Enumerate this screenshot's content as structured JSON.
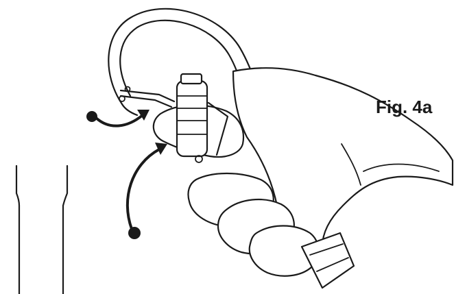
{
  "figure": {
    "label": "Fig. 4a"
  },
  "illustration": {
    "subject": "hand-holding-carabiner-with-wire-gate-and-screw-sleeve",
    "annotations": [
      {
        "kind": "curved-arrow",
        "from": "dot-left",
        "toward": "wire-gate"
      },
      {
        "kind": "curved-arrow",
        "from": "dot-bottom",
        "toward": "screw-sleeve"
      }
    ],
    "colors": {
      "line": "#1a1a1a",
      "background": "#ffffff"
    }
  }
}
